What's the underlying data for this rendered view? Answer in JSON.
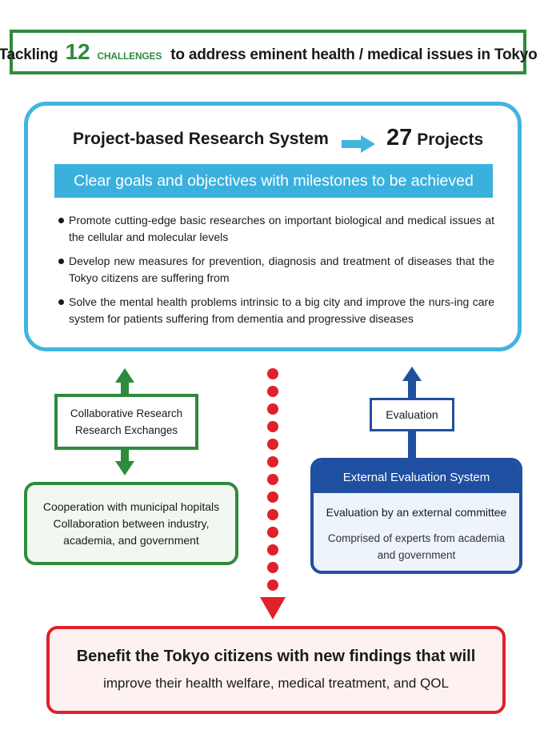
{
  "title": {
    "prefix": "Tackling",
    "number": "12",
    "challenges": "Challenges",
    "suffix": "to address eminent health / medical issues in Tokyo"
  },
  "research_system": {
    "label": "Project-based Research System",
    "projects_count": "27",
    "projects_label": "Projects",
    "goal_bar": "Clear goals and objectives with milestones to  be achieved",
    "bullets": [
      "Promote cutting-edge basic researches on important biological and medical issues at the cellular and molecular levels",
      "Develop new measures for prevention, diagnosis and treatment of diseases that the Tokyo citizens are suffering from",
      "Solve the mental health problems intrinsic to a big city and improve the nurs-ing care system for patients suffering from dementia and progressive diseases"
    ]
  },
  "collaboration": {
    "line1": "Collaborative Research",
    "line2": "Research Exchanges"
  },
  "cooperation": {
    "line1": "Cooperation with municipal hopitals",
    "line2": "Collaboration between industry,",
    "line3": "academia, and government"
  },
  "evaluation": {
    "label": "Evaluation",
    "system_title": "External Evaluation System",
    "line1": "Evaluation by an external committee",
    "line2a": "Comprised of experts from academia",
    "line2b": "and government"
  },
  "benefit": {
    "line1": "Benefit the Tokyo citizens with new findings that will",
    "line2": "improve their health welfare, medical treatment, and QOL"
  },
  "colors": {
    "green": "#2e8b3e",
    "light_blue": "#42b4e0",
    "dark_blue": "#1f4fa0",
    "red": "#e0202a"
  }
}
